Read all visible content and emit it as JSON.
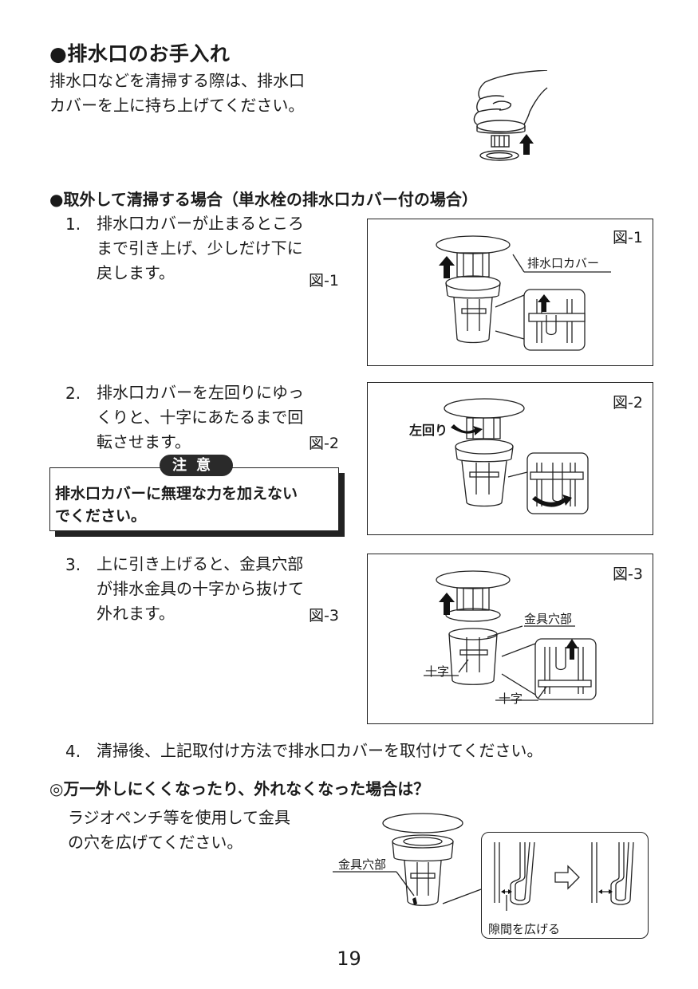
{
  "section1": {
    "title": "●排水口のお手入れ",
    "lines": [
      "排水口などを清掃する際は、排水口",
      "カバーを上に持ち上げてください。"
    ]
  },
  "section2": {
    "title": "●取外して清掃する場合（単水栓の排水口カバー付の場合）",
    "steps": [
      {
        "num": "1.",
        "lines": [
          "排水口カバーが止まるところ",
          "まで引き上げ、少しだけ下に",
          "戻します。"
        ],
        "ref": "図-1"
      },
      {
        "num": "2.",
        "lines": [
          "排水口カバーを左回りにゆっ",
          "くりと、十字にあたるまで回",
          "転させます。"
        ],
        "ref": "図-2"
      },
      {
        "num": "3.",
        "lines": [
          "上に引き上げると、金具穴部",
          "が排水金具の十字から抜けて",
          "外れます。"
        ],
        "ref": "図-3"
      },
      {
        "num": "4.",
        "lines": [
          "清掃後、上記取付け方法で排水口カバーを取付けてください。"
        ]
      }
    ],
    "caution": {
      "badge": "注意",
      "lines": [
        "排水口カバーに無理な力を加えない",
        "でください。"
      ]
    }
  },
  "figures": {
    "fig1": {
      "label": "図-1",
      "callout": "排水口カバー"
    },
    "fig2": {
      "label": "図-2",
      "callout": "左回り"
    },
    "fig3": {
      "label": "図-3",
      "callout_hole": "金具穴部",
      "callout_cross1": "十字",
      "callout_cross2": "十字"
    },
    "fig4": {
      "callout_hole": "金具穴部",
      "callout_gap": "隙間を広げる"
    }
  },
  "section3": {
    "title": "◎万一外しにくくなったり、外れなくなった場合は？",
    "lines": [
      "ラジオペンチ等を使用して金具",
      "の穴を広げてください。"
    ]
  },
  "page_number": "19"
}
